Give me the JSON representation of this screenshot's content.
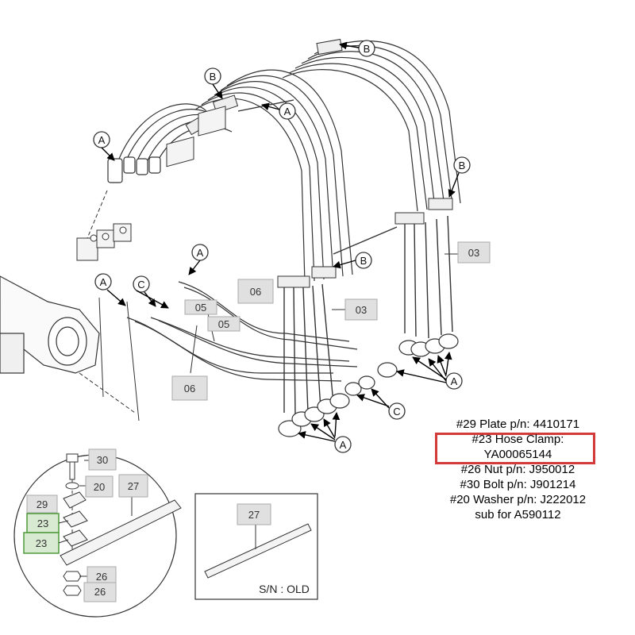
{
  "callouts": {
    "a": "A",
    "b": "B",
    "c": "C"
  },
  "part_boxes": {
    "p03": "03",
    "p05": "05",
    "p06": "06",
    "p20": "20",
    "p23": "23",
    "p26": "26",
    "p27": "27",
    "p29": "29",
    "p30": "30"
  },
  "inset": {
    "old_label": "S/N : OLD"
  },
  "notes": {
    "plate": "#29 Plate p/n: 4410171",
    "clamp_line1": "#23 Hose Clamp:",
    "clamp_line2": "YA00065144",
    "nut": "#26 Nut p/n: J950012",
    "bolt": "#30 Bolt p/n: J901214",
    "washer": "#20 Washer p/n: J222012",
    "sub": "sub for A590112"
  },
  "colors": {
    "highlight": "#d33a3a",
    "green_box": "#d9ead3",
    "green_border": "#4e9a3a",
    "grey_box": "#e0e0e0"
  }
}
